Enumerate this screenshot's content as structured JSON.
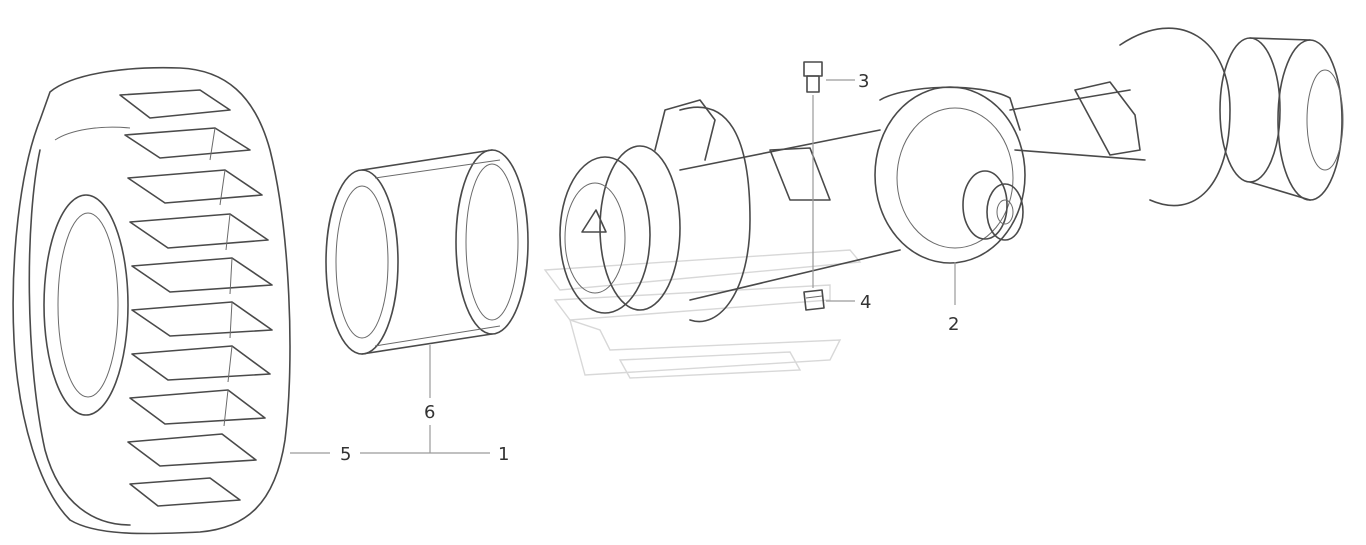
{
  "callouts": [
    {
      "id": "3",
      "text": "3"
    },
    {
      "id": "4",
      "text": "4"
    },
    {
      "id": "2",
      "text": "2"
    },
    {
      "id": "6",
      "text": "6"
    },
    {
      "id": "5",
      "text": "5"
    },
    {
      "id": "1",
      "text": "1"
    }
  ],
  "colors": {
    "line": "#4a4a4a",
    "leader": "#9a9a9a",
    "watermark": "#d8d8d8",
    "background": "#ffffff"
  }
}
